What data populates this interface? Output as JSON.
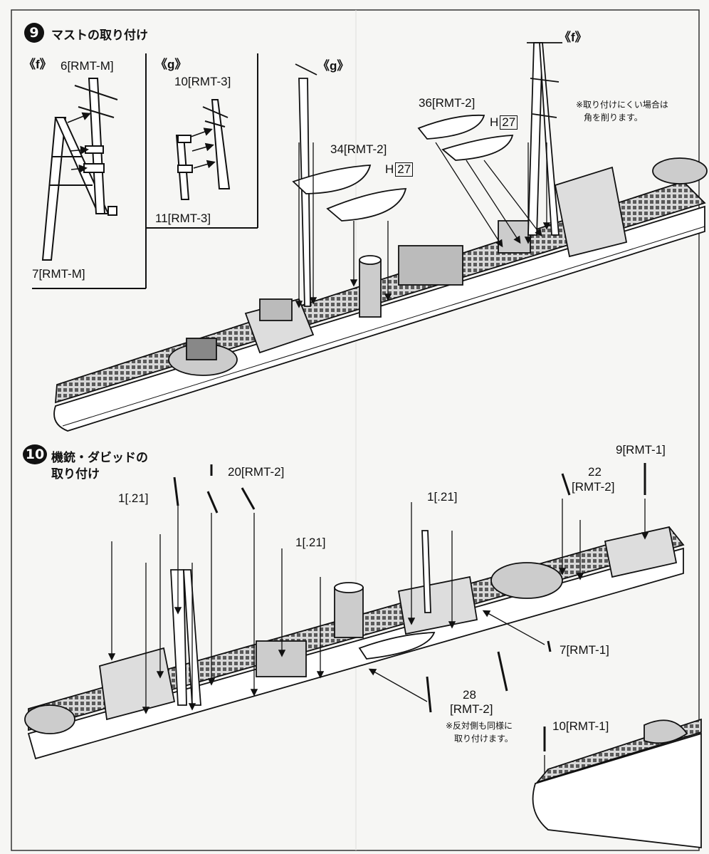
{
  "step9": {
    "number": "9",
    "title": "マストの取り付け",
    "f_label": "《f》",
    "g_label": "《g》",
    "f_main_label": "《f》",
    "g_main_label": "《g》",
    "part_6": "6[RMT-M]",
    "part_7": "7[RMT-M]",
    "part_10": "10[RMT-3]",
    "part_11": "11[RMT-3]",
    "part_34": "34[RMT-2]",
    "part_36": "36[RMT-2]",
    "h_letter": "H",
    "h_number": "27",
    "note_line1": "※取り付けにくい場合は",
    "note_line2": "角を削ります。"
  },
  "step10": {
    "number": "10",
    "title_line1": "機銃・ダビッドの",
    "title_line2": "取り付け",
    "part_1a": "1[.21]",
    "part_1b": "1[.21]",
    "part_1c": "1[.21]",
    "part_20": "20[RMT-2]",
    "part_22a": "22",
    "part_22b": "[RMT-2]",
    "part_9": "9[RMT-1]",
    "part_7": "7[RMT-1]",
    "part_28a": "28",
    "part_28b": "[RMT-2]",
    "part_10": "10[RMT-1]",
    "note_line1": "※反対側も同様に",
    "note_line2": "取り付けます。"
  }
}
